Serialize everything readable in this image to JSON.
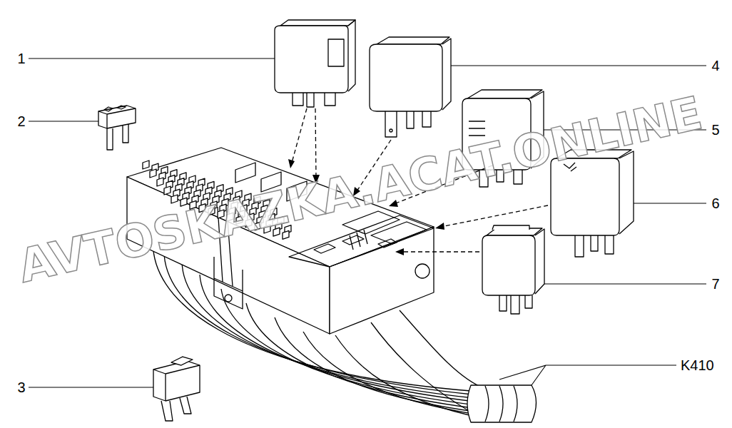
{
  "diagram": {
    "labels": [
      "1",
      "2",
      "3",
      "4",
      "5",
      "6",
      "7",
      "K410",
      "AVTOSKAZKA.ACAT.ONLINE"
    ]
  }
}
